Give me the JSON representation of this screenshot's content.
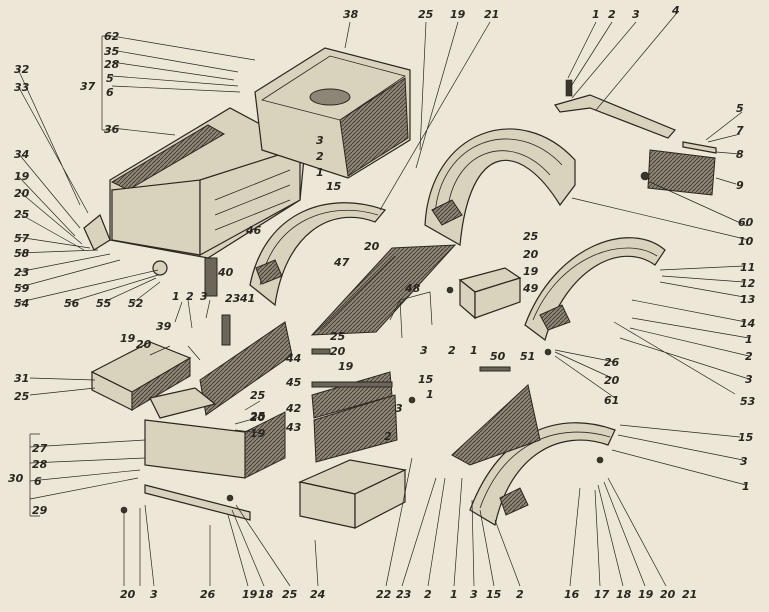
{
  "figure": {
    "callouts": [
      "1",
      "2",
      "3",
      "4",
      "5",
      "6",
      "7",
      "8",
      "9",
      "10",
      "11",
      "12",
      "13",
      "14",
      "15",
      "16",
      "17",
      "18",
      "19",
      "20",
      "21",
      "22",
      "23",
      "24",
      "25",
      "26",
      "27",
      "28",
      "29",
      "30",
      "31",
      "32",
      "33",
      "34",
      "35",
      "36",
      "37",
      "38",
      "39",
      "40",
      "41",
      "42",
      "43",
      "44",
      "45",
      "46",
      "47",
      "48",
      "49",
      "50",
      "51",
      "52",
      "53",
      "54",
      "55",
      "56",
      "57",
      "58",
      "59",
      "60",
      "61",
      "62"
    ],
    "labels": [
      "1",
      "2",
      "3",
      "4",
      "5",
      "7",
      "8",
      "9",
      "60",
      "10",
      "11",
      "12",
      "13",
      "14",
      "1",
      "2",
      "3",
      "53",
      "26",
      "20",
      "61",
      "25",
      "20",
      "19",
      "49",
      "21",
      "19",
      "25",
      "38",
      "62",
      "35",
      "28",
      "5",
      "6",
      "36",
      "37",
      "32",
      "33",
      "34",
      "19",
      "20",
      "25",
      "57",
      "58",
      "23",
      "59",
      "54",
      "56",
      "55",
      "52",
      "39",
      "40",
      "23",
      "41",
      "1",
      "2",
      "3",
      "46",
      "20",
      "47",
      "48",
      "25",
      "20",
      "19",
      "44",
      "45",
      "15",
      "42",
      "3",
      "2",
      "43",
      "1",
      "2",
      "3",
      "1",
      "50",
      "51",
      "15",
      "3",
      "1",
      "20",
      "19",
      "25",
      "31",
      "25",
      "27",
      "28",
      "6",
      "29",
      "30",
      "25",
      "20",
      "19",
      "26",
      "19",
      "18",
      "25",
      "24",
      "22",
      "23",
      "2",
      "1",
      "3",
      "15",
      "2",
      "16",
      "17",
      "18",
      "19",
      "20",
      "21",
      "3",
      "2",
      "1",
      "15",
      "20",
      "3"
    ]
  }
}
